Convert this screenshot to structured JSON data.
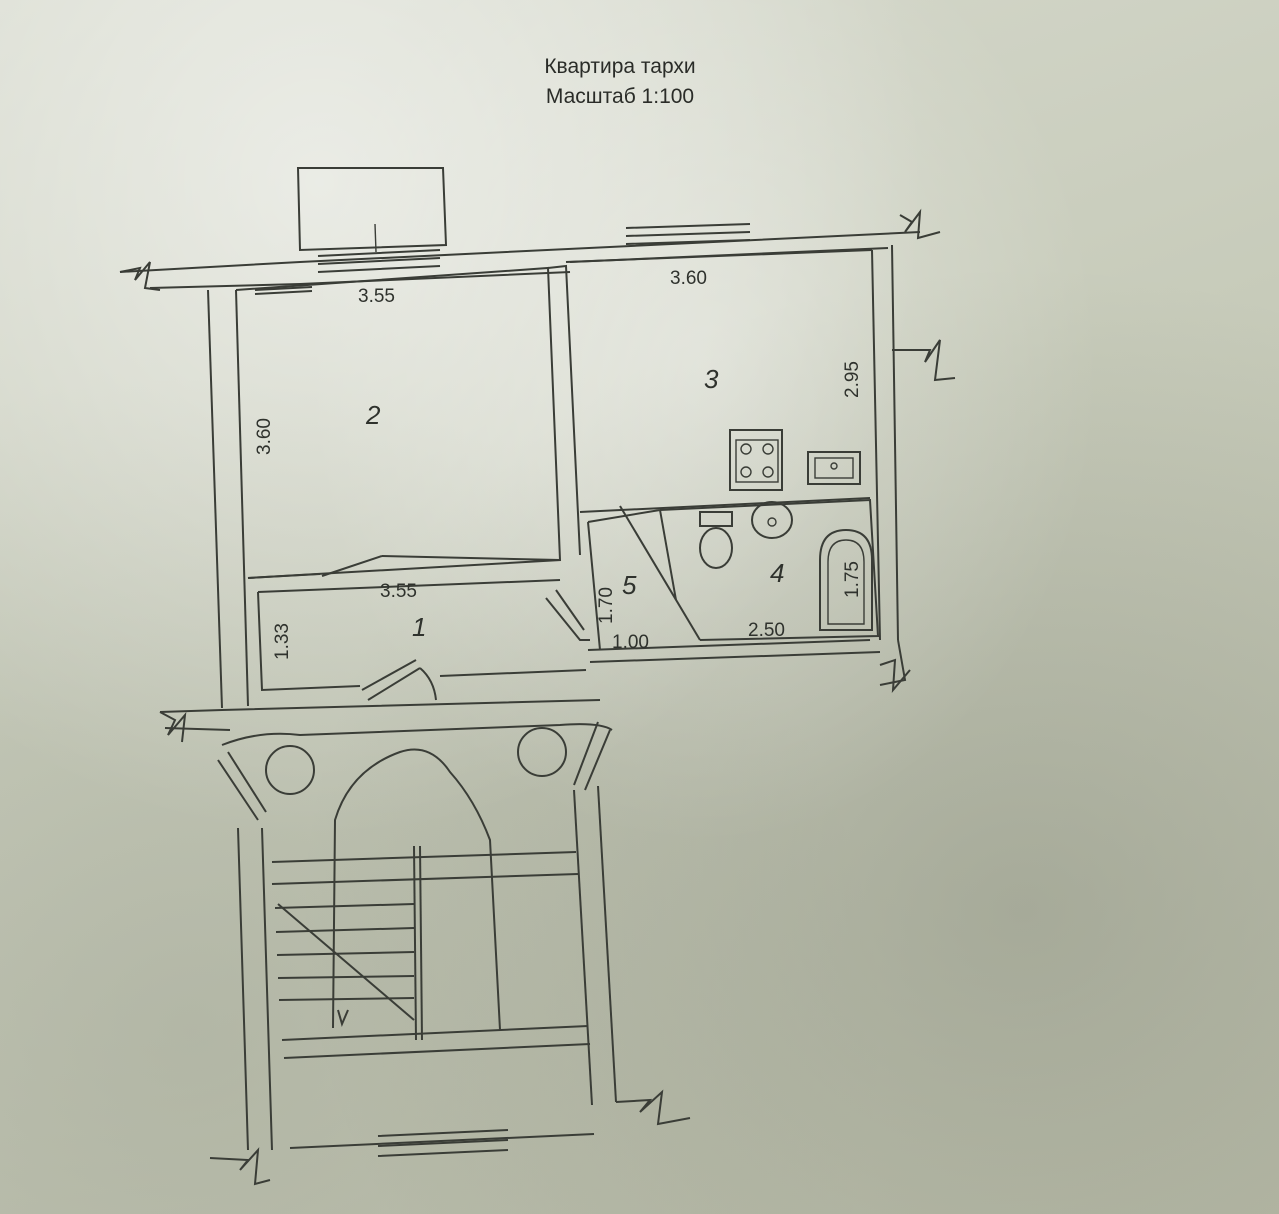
{
  "title": {
    "line1": "Квартира тархи",
    "line2": "Масштаб 1:100"
  },
  "rooms": [
    {
      "number": "1"
    },
    {
      "number": "2"
    },
    {
      "number": "3"
    },
    {
      "number": "4"
    },
    {
      "number": "5"
    }
  ],
  "dimensions": {
    "room2_top": "3.55",
    "room2_left": "3.60",
    "room3_top": "3.60",
    "room3_right": "2.95",
    "room1_top": "3.55",
    "room1_left": "1.33",
    "room5_height": "1.70",
    "room5_width": "1.00",
    "room4_width": "2.50",
    "bathtub": "1.75"
  },
  "colors": {
    "paper": "#c9ccbd",
    "ink": "#3a3d37"
  }
}
